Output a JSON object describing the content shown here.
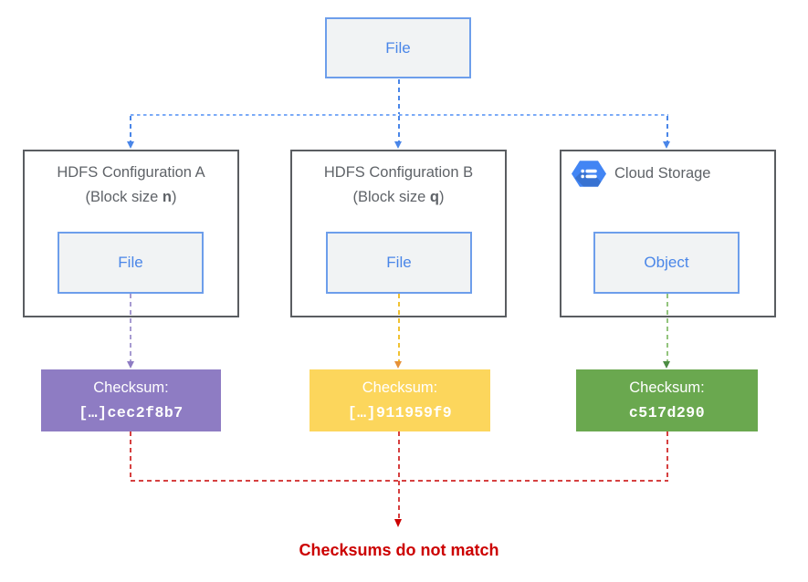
{
  "source_box": {
    "label": "File"
  },
  "branches": [
    {
      "title_line1": "HDFS Configuration A",
      "block_size_prefix": "(Block size ",
      "block_size_var": "n",
      "block_size_suffix": ")",
      "inner_label": "File",
      "arrow_line_color": "#a79bd1",
      "arrow_head_color": "#8e7cc3"
    },
    {
      "title_line1": "HDFS Configuration B",
      "block_size_prefix": "(Block size ",
      "block_size_var": "q",
      "block_size_suffix": ")",
      "inner_label": "File",
      "arrow_line_color": "#f1c232",
      "arrow_head_color": "#e69138"
    },
    {
      "title": "Cloud Storage",
      "icon": "cloud-storage-icon",
      "inner_label": "Object",
      "arrow_line_color": "#93c47d",
      "arrow_head_color": "#4c8c43"
    }
  ],
  "checksums": [
    {
      "heading": "Checksum:",
      "truncation": "[…]",
      "value": "cec2f8b7",
      "bg": "#8e7cc3"
    },
    {
      "heading": "Checksum:",
      "truncation": "[…]",
      "value": "911959f9",
      "bg": "#fcd65c"
    },
    {
      "heading": "Checksum:",
      "truncation": "",
      "value": "c517d290",
      "bg": "#6aa84f"
    }
  ],
  "result": {
    "label": "Checksums do not match",
    "color": "#cc0000"
  },
  "colors": {
    "flow_blue": "#4a86e8",
    "flow_blue_light": "#7baaf7",
    "red_connector": "#d64040",
    "red_accent": "#cc0000",
    "icon_blue": "#4285f4"
  }
}
